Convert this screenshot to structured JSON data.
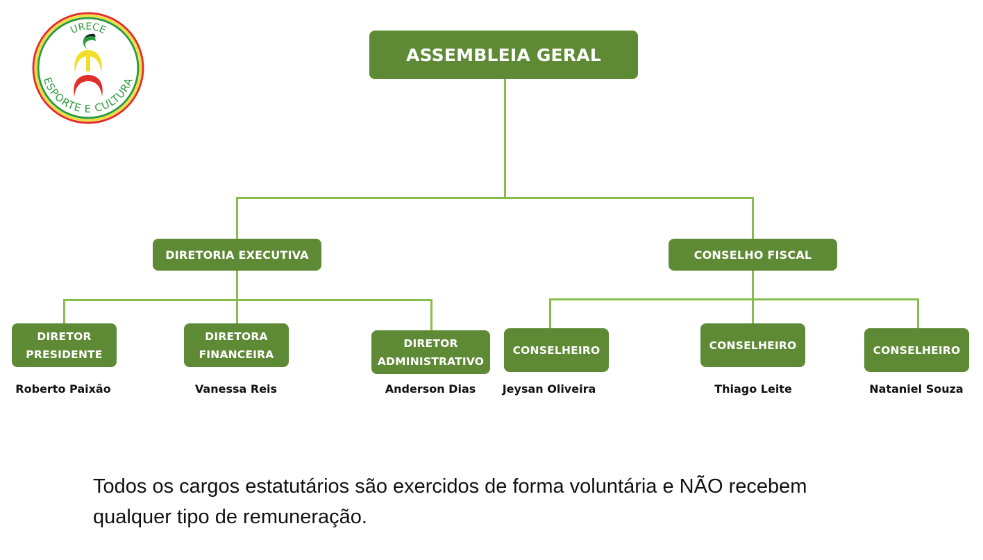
{
  "logo": {
    "text_top": "URECE",
    "text_bottom": "ESPORTE E CULTURA",
    "colors": {
      "red": "#e0302a",
      "yellow": "#f2de2a",
      "green": "#2e9a3e",
      "black": "#1a1a1a"
    }
  },
  "colors": {
    "box": "#5f8a35",
    "line": "#86bd4c",
    "text_on_box": "#ffffff"
  },
  "root": {
    "label": "ASSEMBLEIA GERAL"
  },
  "branches": [
    {
      "label": "DIRETORIA EXECUTIVA",
      "members": [
        {
          "role_lines": [
            "DIRETOR",
            "PRESIDENTE"
          ],
          "name": "Roberto Paixão"
        },
        {
          "role_lines": [
            "DIRETORA",
            "FINANCEIRA"
          ],
          "name": "Vanessa Reis"
        },
        {
          "role_lines": [
            "DIRETOR",
            "ADMINISTRATIVO"
          ],
          "name": "Anderson Dias"
        }
      ]
    },
    {
      "label": "CONSELHO FISCAL",
      "members": [
        {
          "role_lines": [
            "CONSELHEIRO"
          ],
          "name": "Jeysan Oliveira"
        },
        {
          "role_lines": [
            "CONSELHEIRO"
          ],
          "name": "Thiago Leite"
        },
        {
          "role_lines": [
            "CONSELHEIRO"
          ],
          "name": "Nataniel Souza"
        }
      ]
    }
  ],
  "footer": {
    "lines": [
      "Todos os cargos estatutários são exercidos de forma voluntária e NÃO recebem",
      "qualquer tipo de remuneração."
    ]
  }
}
